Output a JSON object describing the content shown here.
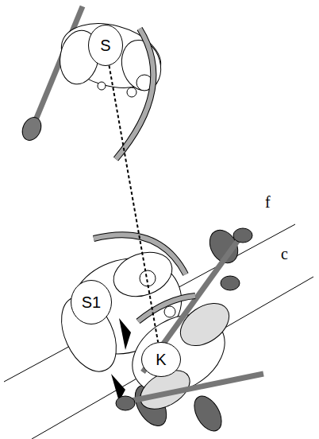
{
  "diagram": {
    "nodes": [
      {
        "text": [
          "S"
        ]
      },
      {
        "text": [
          "S1"
        ]
      },
      {
        "text": [
          "K"
        ]
      }
    ],
    "edges": [
      {
        "from": 0,
        "to": 2,
        "arrow": "none"
      }
    ],
    "labels": [
      "f",
      "c"
    ]
  }
}
